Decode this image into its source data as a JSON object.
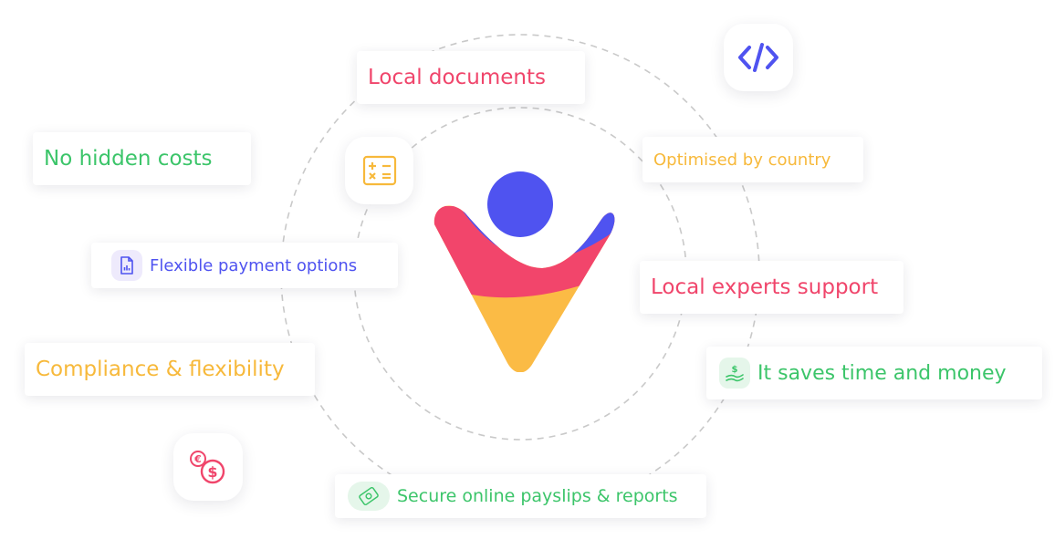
{
  "features": {
    "local_documents": "Local documents",
    "no_hidden_costs": "No hidden costs",
    "optimised_by_country": "Optimised by country",
    "flexible_payment": "Flexible payment options",
    "local_experts": "Local experts support",
    "compliance": "Compliance & flexibility",
    "saves_time": "It saves time and money",
    "secure_payslips": "Secure online payslips & reports"
  },
  "colors": {
    "red": "#f0456b",
    "green": "#3cc56a",
    "yellow": "#f7b93b",
    "blue": "#4f53f0"
  },
  "icons": [
    "code-icon",
    "calculator-icon",
    "document-chart-icon",
    "money-hand-icon",
    "currency-coins-icon",
    "secure-cash-icon",
    "brand-logo"
  ]
}
